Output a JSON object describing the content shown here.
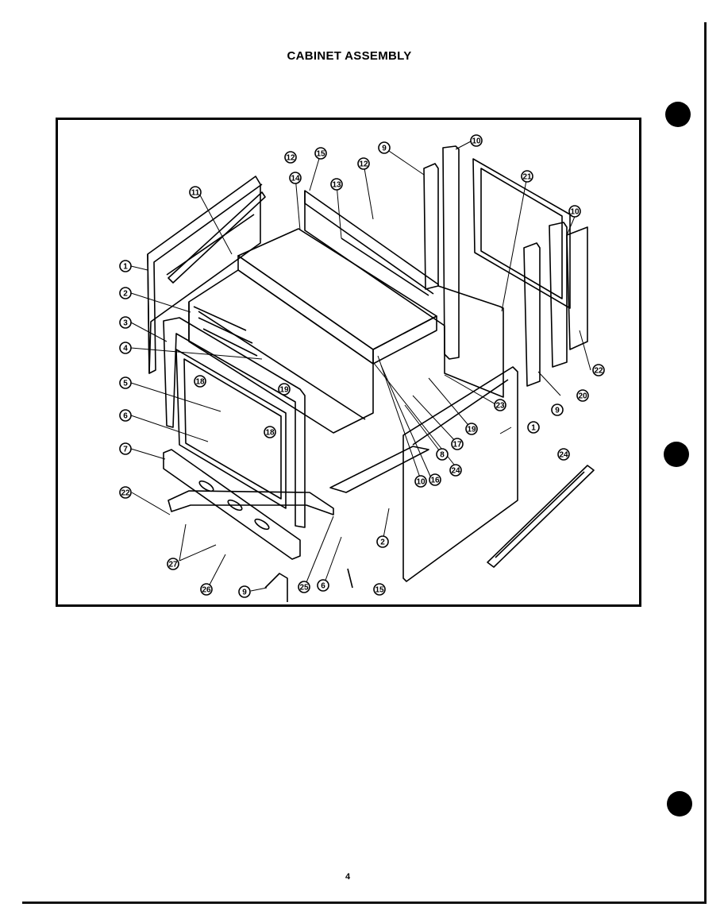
{
  "title": "CABINET ASSEMBLY",
  "page_number": "4",
  "callouts": [
    {
      "label": "1"
    },
    {
      "label": "2"
    },
    {
      "label": "3"
    },
    {
      "label": "4"
    },
    {
      "label": "5"
    },
    {
      "label": "6"
    },
    {
      "label": "7"
    },
    {
      "label": "22"
    },
    {
      "label": "27"
    },
    {
      "label": "26"
    },
    {
      "label": "9"
    },
    {
      "label": "25"
    },
    {
      "label": "6"
    },
    {
      "label": "2"
    },
    {
      "label": "15"
    },
    {
      "label": "11"
    },
    {
      "label": "12"
    },
    {
      "label": "14"
    },
    {
      "label": "15"
    },
    {
      "label": "13"
    },
    {
      "label": "12"
    },
    {
      "label": "9"
    },
    {
      "label": "10"
    },
    {
      "label": "21"
    },
    {
      "label": "10"
    },
    {
      "label": "22"
    },
    {
      "label": "20"
    },
    {
      "label": "9"
    },
    {
      "label": "23"
    },
    {
      "label": "1"
    },
    {
      "label": "19"
    },
    {
      "label": "17"
    },
    {
      "label": "8"
    },
    {
      "label": "24"
    },
    {
      "label": "16"
    },
    {
      "label": "10"
    },
    {
      "label": "24"
    },
    {
      "label": "18"
    },
    {
      "label": "18"
    },
    {
      "label": "19"
    }
  ]
}
